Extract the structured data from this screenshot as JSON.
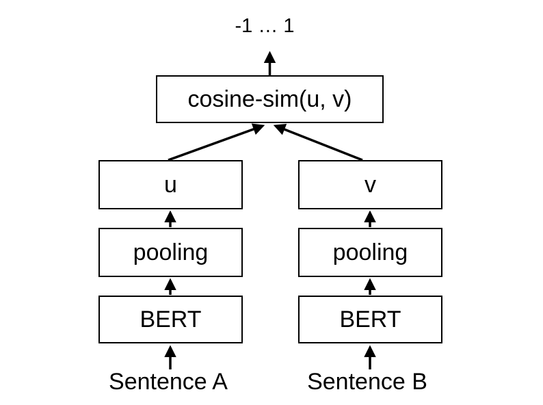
{
  "diagram": {
    "output_range_label": "-1 … 1",
    "similarity_label": "cosine-sim(u, v)",
    "left_branch": {
      "vector_label": "u",
      "pooling_label": "pooling",
      "encoder_label": "BERT",
      "input_label": "Sentence A"
    },
    "right_branch": {
      "vector_label": "v",
      "pooling_label": "pooling",
      "encoder_label": "BERT",
      "input_label": "Sentence B"
    },
    "colors": {
      "line": "#000000",
      "text": "#000000",
      "box_border": "#000000",
      "box_fill": "#ffffff",
      "background": "#ffffff"
    }
  }
}
